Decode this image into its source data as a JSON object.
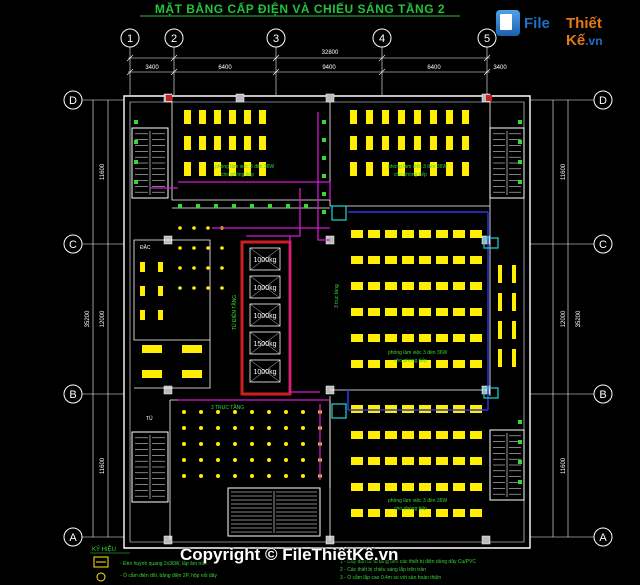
{
  "title": "MẶT BẰNG CẤP ĐIỆN VÀ CHIẾU SÁNG TẦNG 2",
  "logo": {
    "part1": "File",
    "part2": "Thiết Kế",
    "suffix": ".vn"
  },
  "grid_top": [
    "1",
    "2",
    "3",
    "4",
    "5"
  ],
  "grid_side": [
    "D",
    "C",
    "B",
    "A"
  ],
  "dims": {
    "overall": "32800",
    "spans": [
      "3400",
      "6400",
      "9400",
      "6400",
      "3400"
    ],
    "left_vertical": [
      "11600",
      "12000",
      "11600"
    ],
    "left_total": "35200",
    "right_vertical": [
      "11600",
      "12000",
      "11600"
    ],
    "right_total": "35200"
  },
  "room_labels": [
    "phòng làm việc 3 đèn 36W",
    "phòng làm việc 3 đèn 36W",
    "phòng làm việc 3 đèn 36W",
    "phòng làm việc 3 đèn 36W"
  ],
  "small_labels": {
    "vault_1": "1000kg",
    "vault_2": "1000kg",
    "vault_3": "1000kg",
    "vault_4": "1500kg",
    "vault_5": "1000kg",
    "room_d": "ĐẶC",
    "room_wc": "TỦ",
    "label_lift": "3 TRỤC TẦNG",
    "legend_head": "KÝ HIỆU"
  },
  "legend_items": [
    "Đèn huỳnh quang 2x36W, lắp âm trần",
    "Ổ cắm điện đôi, bảng điện 2P, hộp nối dây"
  ],
  "notes": [
    "1 - Dây dẫn từ tủ tầng đến các thiết bị điện dùng dây Cu/PVC",
    "2 - Các thiết bị chiếu sáng lắp trên trần",
    "3 - Ổ cắm lắp cao 0.4m so với sàn hoàn thiện"
  ],
  "copyright": "Copyright © FileThiếtKế.vn",
  "colors": {
    "background": "#000000",
    "title": "#21c43a",
    "wall": "#ffffff",
    "light": "#ffee00",
    "wire": "#d41ad4",
    "busbar": "#2a35e6",
    "labels": "#35d835",
    "dims": "#ffffff",
    "room_red": "#cc2020"
  }
}
